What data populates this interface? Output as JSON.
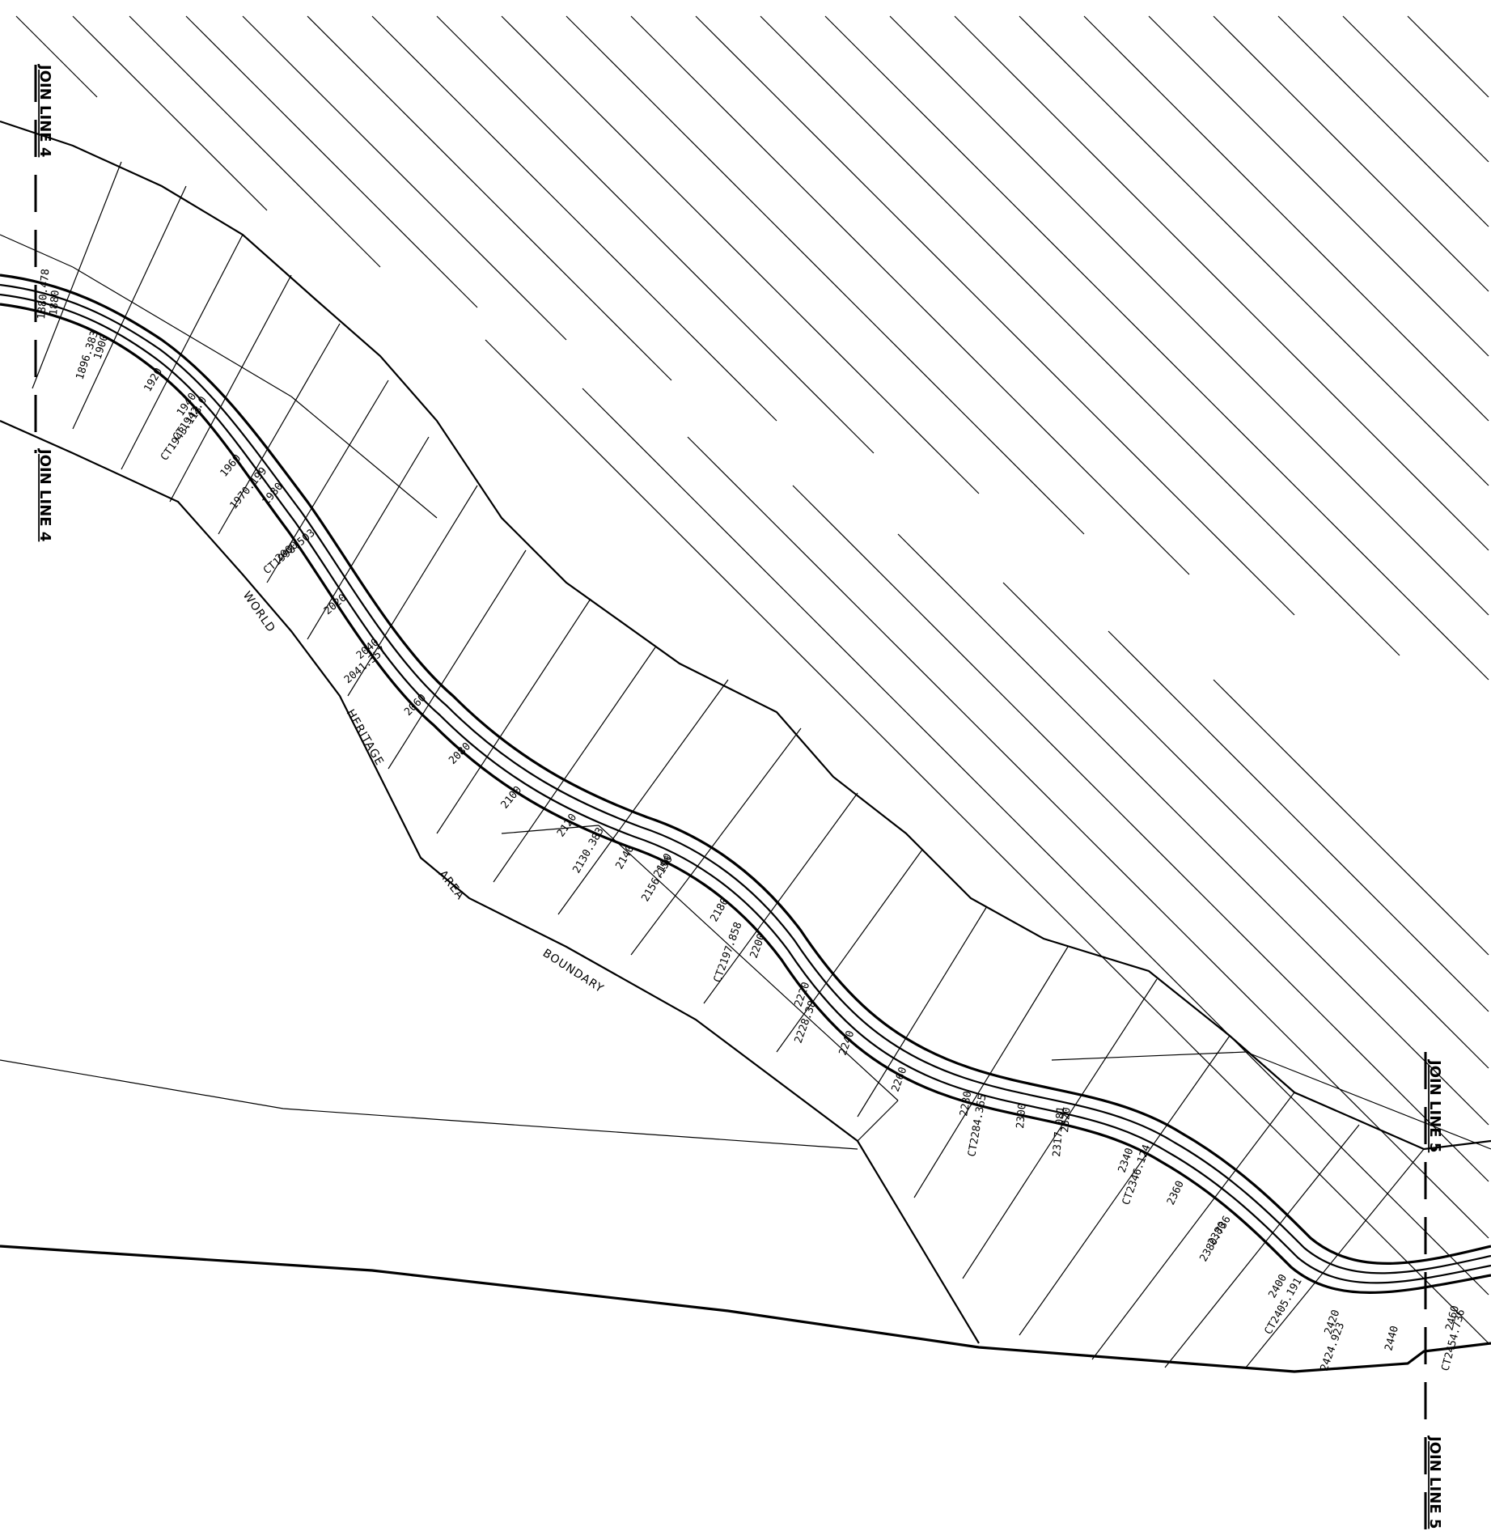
{
  "join_lines": {
    "top_left_1": "JOIN LINE 4",
    "top_left_2": "JOIN LINE 4",
    "right_1": "JOIN LINE 5",
    "right_2": "JOIN LINE 5"
  },
  "boundary_words": {
    "w1": "WORLD",
    "w2": "HERITAGE",
    "w3": "AREA",
    "w4": "BOUNDARY"
  },
  "chainage_labels": [
    "1880.478",
    "1880",
    "1896.383",
    "1900",
    "1920",
    "CT1942.0",
    "CT1943.113",
    "1940",
    "1960",
    "1970.199",
    "1980",
    "CT1998.503",
    "2000",
    "2020",
    "2040",
    "2041.357",
    "2060",
    "2080",
    "2100",
    "2120",
    "2130.383",
    "2140",
    "2160",
    "2156.156",
    "2180",
    "2200",
    "CT2197.858",
    "2220",
    "2228.38",
    "2240",
    "2260",
    "2280",
    "CT2284.365",
    "2300",
    "2320",
    "2317.081",
    "2340",
    "CT2346.124",
    "2360",
    "2380",
    "2380.736",
    "2400",
    "CT2405.191",
    "2420",
    "2424.923",
    "2440",
    "2460",
    "CT2454.736"
  ]
}
